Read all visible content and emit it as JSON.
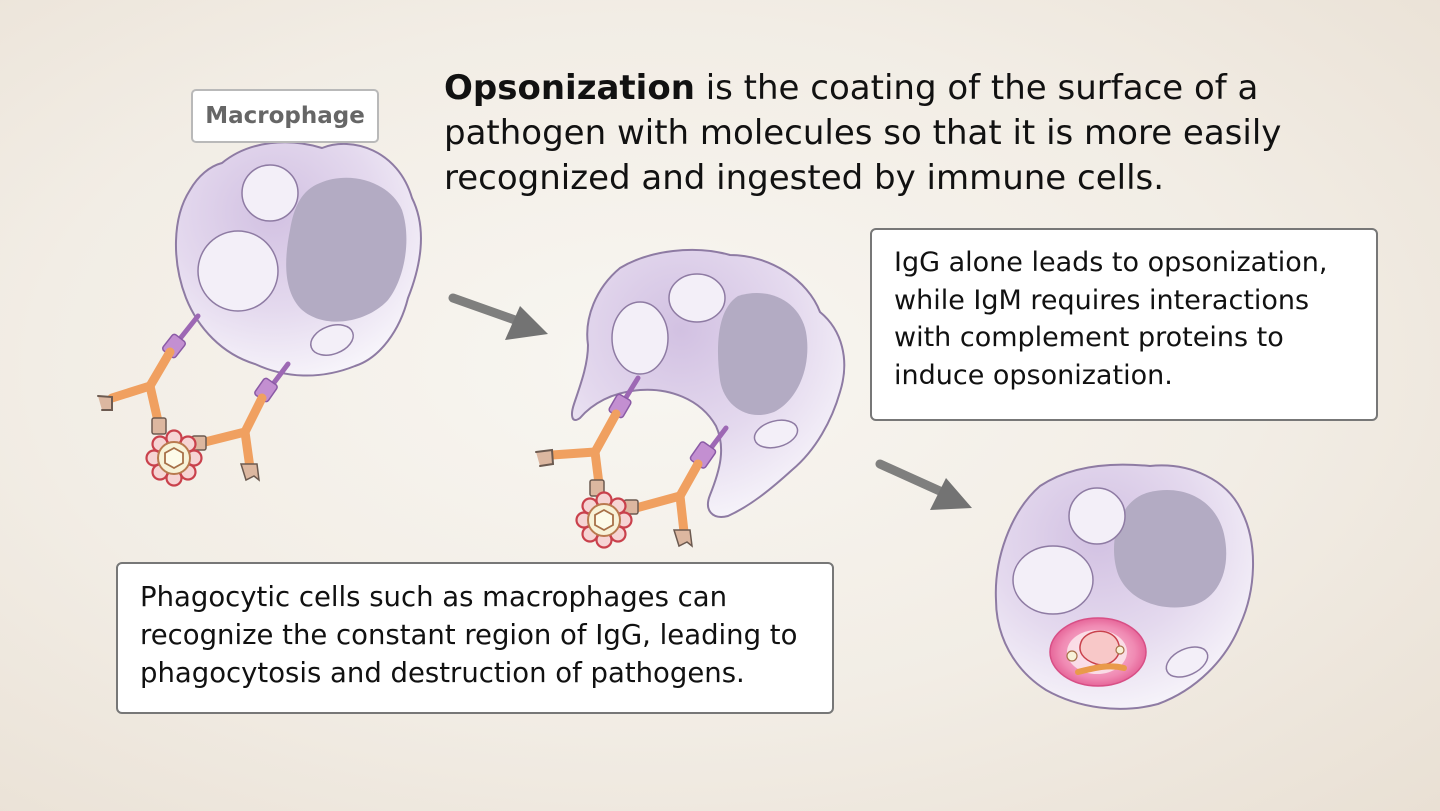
{
  "heading": {
    "term": "Opsonization",
    "rest": " is the coating of the surface of a pathogen with molecules so that it is more easily recognized and ingested by immune cells."
  },
  "macrophage_label": "Macrophage",
  "callout_right": "IgG alone leads to opsonization, while IgM requires interactions with complement proteins to induce opsonization.",
  "callout_bottom": "Phagocytic cells such as macrophages can recognize the constant region of IgG, leading to phagocytosis and destruction of pathogens.",
  "colors": {
    "cell_fill": "#ddd0e8",
    "cell_outline": "#8e7ba3",
    "nucleus": "#b3abc3",
    "receptor": "#c38fd1",
    "antibody_heavy": "#f0a060",
    "antibody_tip": "#dcb7a0",
    "pathogen": "#e0656f",
    "arrow": "#737373",
    "phagosome": "#e8649c"
  },
  "icons": [
    "macrophage-cell",
    "antibody",
    "pathogen",
    "process-arrow",
    "phagosome"
  ]
}
